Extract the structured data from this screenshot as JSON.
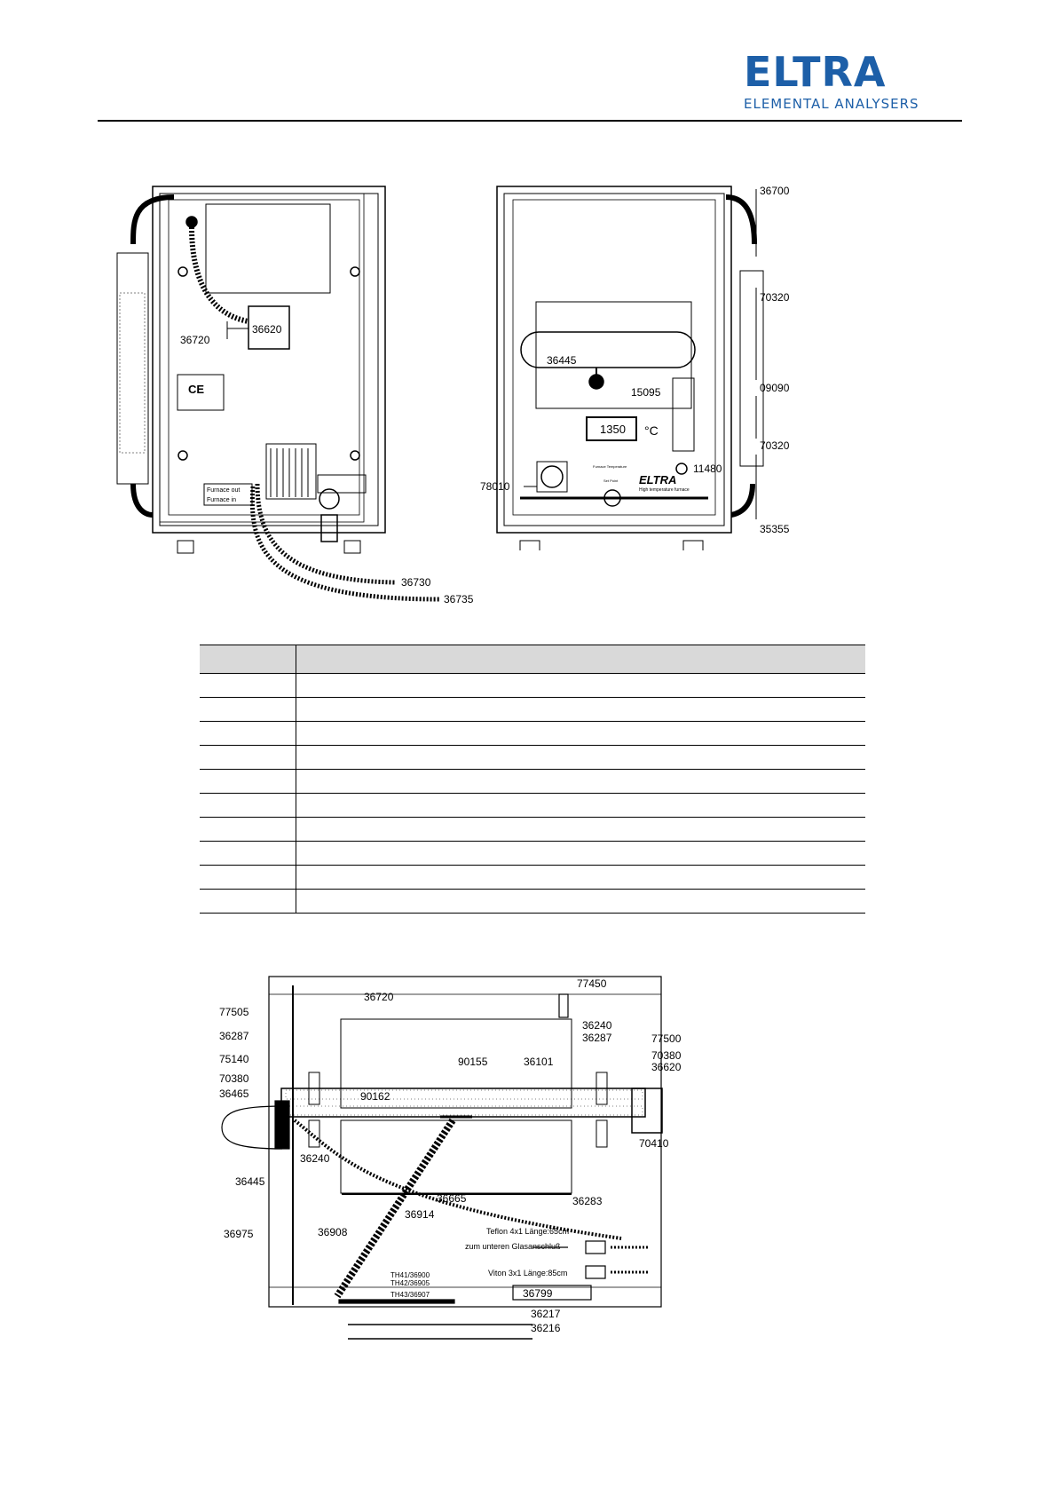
{
  "brand": {
    "name": "ELTRA",
    "tagline": "ELEMENTAL ANALYSERS",
    "color": "#1d5fa8"
  },
  "figure_top": {
    "left_panel": {
      "label_plate": "CE",
      "furnace_plate": [
        "Furnace out",
        "Furnace in"
      ],
      "callouts": [
        "36620",
        "36720",
        "36730",
        "36735"
      ]
    },
    "right_panel": {
      "display_value": "1350",
      "display_unit": "°C",
      "brand_mark": "ELTRA",
      "brand_mark_sub": "High temperature furnace",
      "controller_caption": "Furnace Temperature",
      "controller_caption2": "Set Point",
      "callouts": [
        "36700",
        "70320",
        "09090",
        "70320",
        "36445",
        "15095",
        "11480",
        "78010",
        "35355"
      ]
    }
  },
  "parts_table": {
    "header": [
      "",
      ""
    ],
    "rows": [
      [
        "",
        ""
      ],
      [
        "",
        ""
      ],
      [
        "",
        ""
      ],
      [
        "",
        ""
      ],
      [
        "",
        ""
      ],
      [
        "",
        ""
      ],
      [
        "",
        ""
      ],
      [
        "",
        ""
      ],
      [
        "",
        ""
      ],
      [
        "",
        ""
      ]
    ]
  },
  "figure_bottom": {
    "callouts_left": [
      "77505",
      "36287",
      "75140",
      "70380",
      "36465",
      "36445",
      "36975"
    ],
    "callouts_inner": [
      "36720",
      "90155",
      "36101",
      "90162",
      "36240",
      "36665",
      "36914",
      "36908",
      "36283"
    ],
    "callouts_right": [
      "77450",
      "36240",
      "36287",
      "77500",
      "70380",
      "36620",
      "70410"
    ],
    "notes": [
      "Teflon 4x1 Länge:65cm",
      "zum unteren Glasanschluß",
      "Viton 3x1 Länge:85cm"
    ],
    "tubes": [
      "TH41/36900",
      "TH42/36905",
      "TH43/36907"
    ],
    "bottom_parts": [
      "36799",
      "36217",
      "36216"
    ]
  }
}
